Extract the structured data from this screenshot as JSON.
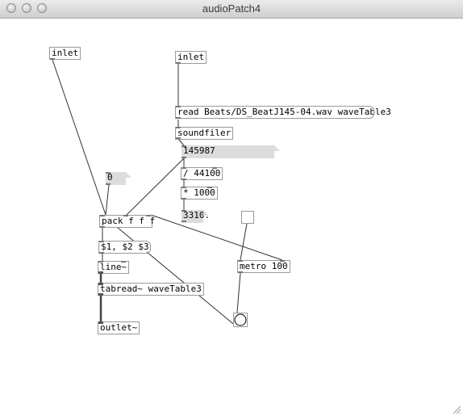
{
  "window": {
    "title": "audioPatch4"
  },
  "objects": {
    "inlet_left": "inlet",
    "inlet_right": "inlet",
    "read_msg": "read Beats/DS_BeatJ145-04.wav waveTable3",
    "soundfiler": "soundfiler",
    "atom_samples": "145987",
    "div": "/ 44100",
    "mul": "* 1000",
    "atom_ms": "3310.",
    "zero": "0",
    "pack": "pack f f f",
    "dollar_msg": "$1, $2 $3",
    "line": "line~",
    "tabread": "tabread~ waveTable3",
    "outlet": "outlet~",
    "metro": "metro 100"
  }
}
